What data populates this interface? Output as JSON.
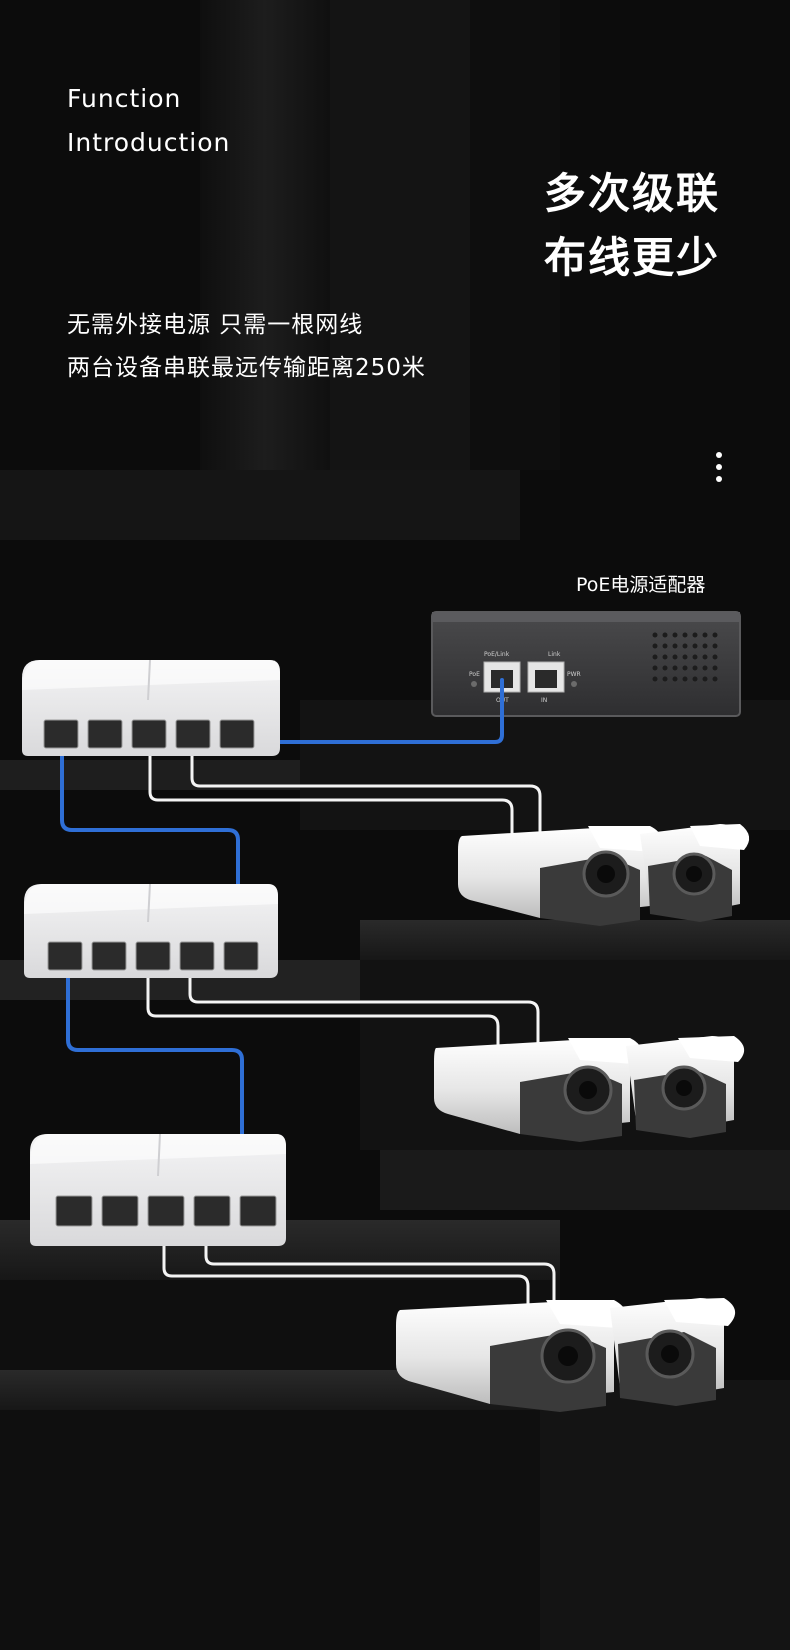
{
  "intro": {
    "line1": "Function",
    "line2": "Introduction"
  },
  "headline": {
    "line1": "多次级联",
    "line2": "布线更少"
  },
  "description": {
    "line1": "无需外接电源 只需一根网线",
    "line2": "两台设备串联最远传输距离250米"
  },
  "diagram": {
    "poe_adapter_label": "PoE电源适配器",
    "adapter_port_labels": {
      "poe_link": "PoE/Link",
      "link": "Link",
      "poe": "PoE",
      "pwr": "PWR",
      "out": "OUT",
      "in": "IN"
    }
  },
  "colors": {
    "background": "#0c0c0c",
    "blue_cable": "#2f6fd6",
    "white_cable": "#ffffff",
    "switch_body": "#e9e9ea",
    "camera_body": "#f2f2f2",
    "camera_dark": "#2b2b2b"
  },
  "icons": {
    "more": "vertical-ellipsis-icon"
  }
}
